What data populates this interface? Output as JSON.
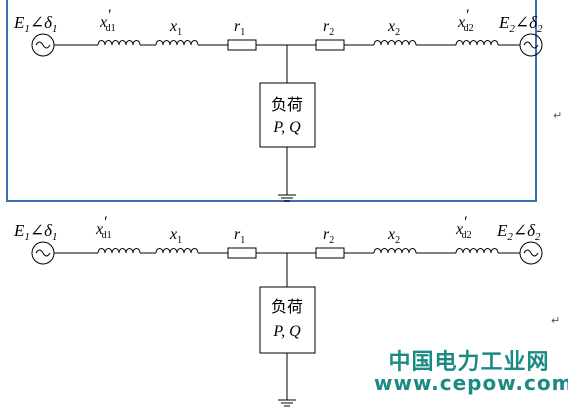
{
  "circuit_top": {
    "source_left": {
      "label": "E",
      "sub": "1",
      "angle_sym": "∠δ",
      "angle_sub": "1"
    },
    "source_right": {
      "label": "E",
      "sub": "2",
      "angle_sym": "∠δ",
      "angle_sub": "2"
    },
    "xd1": {
      "label": "x",
      "prime": "′",
      "sub": "d1"
    },
    "x1": {
      "label": "x",
      "sub": "1"
    },
    "r1": {
      "label": "r",
      "sub": "1"
    },
    "r2": {
      "label": "r",
      "sub": "2"
    },
    "x2": {
      "label": "x",
      "sub": "2"
    },
    "xd2": {
      "label": "x",
      "prime": "′",
      "sub": "d2"
    },
    "load": {
      "title": "负荷",
      "params": "P, Q"
    }
  },
  "circuit_bottom": {
    "source_left": {
      "label": "E",
      "sub": "1",
      "angle_sym": "∠δ",
      "angle_sub": "1"
    },
    "source_right": {
      "label": "E",
      "sub": "2",
      "angle_sym": "∠δ",
      "angle_sub": "2"
    },
    "xd1": {
      "label": "x",
      "prime": "′",
      "sub": "d1"
    },
    "x1": {
      "label": "x",
      "sub": "1"
    },
    "r1": {
      "label": "r",
      "sub": "1"
    },
    "r2": {
      "label": "r",
      "sub": "2"
    },
    "x2": {
      "label": "x",
      "sub": "2"
    },
    "xd2": {
      "label": "x",
      "prime": "′",
      "sub": "d2"
    },
    "load": {
      "title": "负荷",
      "params": "P, Q"
    }
  },
  "watermark": {
    "line1": "中国电力工业网",
    "line2": "www.cepow.com"
  },
  "margin_marks": [
    "↵",
    "↵"
  ],
  "colors": {
    "frame": "#3a6fb5",
    "watermark": "#1b8a82"
  }
}
